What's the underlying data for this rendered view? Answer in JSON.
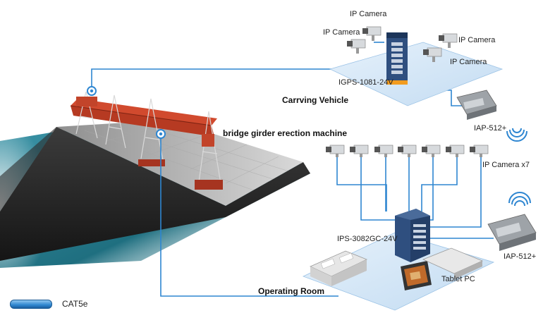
{
  "labels": {
    "ip_camera_top": "IP Camera",
    "ip_camera_left": "IP Camera",
    "ip_camera_right": "IP Camera",
    "ip_camera_right2": "IP Camera",
    "switch_top": "IGPS-1081-24V",
    "carving_vehicle": "Carrving Vehicle",
    "iap_top": "IAP-512+",
    "bridge_machine": "bridge girder erection machine",
    "ip_camera_x7": "IP Camera x7",
    "switch_bottom": "IPS-3082GC-24V",
    "iap_bottom": "IAP-512+",
    "tablet_pc": "Tablet PC",
    "operating_room": "Operating Room"
  },
  "legend": {
    "cable_label": "CAT5e"
  },
  "colors": {
    "cable": "#2e86d1",
    "platform": "#cfe3f5",
    "water": "#2a7f92",
    "deck": "#c9c9c9",
    "girder": "#b63a22",
    "switch": "#2f4f7f"
  }
}
